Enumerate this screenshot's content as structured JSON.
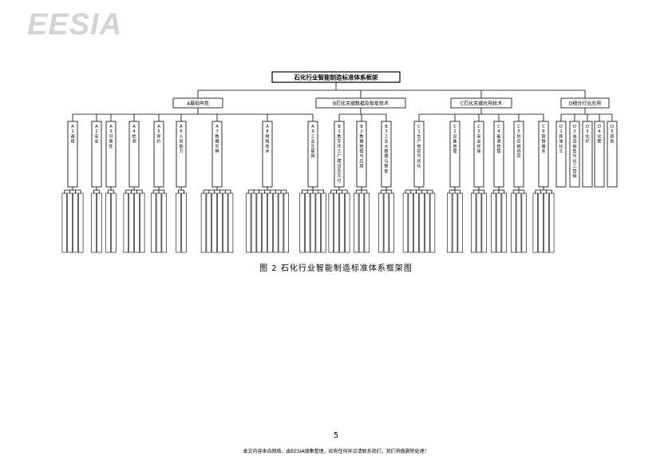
{
  "header": {
    "logo_text": "EESIA"
  },
  "diagram": {
    "root": "石化行业智能制造标准体系框架",
    "categories": [
      {
        "label": "A基础共性",
        "subs": [
          {
            "label": "A1通用",
            "leaves": 4
          },
          {
            "label": "A2安全",
            "leaves": 2
          },
          {
            "label": "A3可靠性",
            "leaves": 2
          },
          {
            "label": "A4检测",
            "leaves": 4
          },
          {
            "label": "A5评价",
            "leaves": 3
          },
          {
            "label": "A6人员能力",
            "leaves": 2
          },
          {
            "label": "A7数据交换",
            "leaves": 6
          },
          {
            "label": "A8网络技术",
            "leaves": 8
          },
          {
            "label": "A9工业互联网",
            "leaves": 5
          }
        ]
      },
      {
        "label": "B石化关键数据及智能技术",
        "subs": [
          {
            "label": "B1数字化工厂建设及交付",
            "leaves": 4
          },
          {
            "label": "B2数据管理与应用",
            "leaves": 3
          },
          {
            "label": "B3工业大数据与智能",
            "leaves": 3
          }
        ]
      },
      {
        "label": "C石化关键应用技术",
        "subs": [
          {
            "label": "C1生产管控与优化",
            "leaves": 6
          },
          {
            "label": "C2设备管理",
            "leaves": 3
          },
          {
            "label": "C3安全环保",
            "leaves": 3
          },
          {
            "label": "C4能源管理",
            "leaves": 3
          },
          {
            "label": "C5供应链协同",
            "leaves": 3
          },
          {
            "label": "C6营销服务",
            "leaves": 4
          }
        ]
      },
      {
        "label": "D细分行业应用",
        "subs": [
          {
            "label": "D1炼油化工",
            "leaves": 0
          },
          {
            "label": "D2油品销售与化工营销",
            "leaves": 0
          },
          {
            "label": "D3化纤",
            "leaves": 0
          },
          {
            "label": "D4化肥",
            "leaves": 0
          },
          {
            "label": "D5其他",
            "leaves": 0
          }
        ]
      }
    ]
  },
  "caption": "图 2  石化行业智能制造标准体系框架图",
  "page_number": "5",
  "footer": "本文内容来自网络，由EESIA搜集整理，如有任何异议请联系我们，我们将做删除处理！"
}
